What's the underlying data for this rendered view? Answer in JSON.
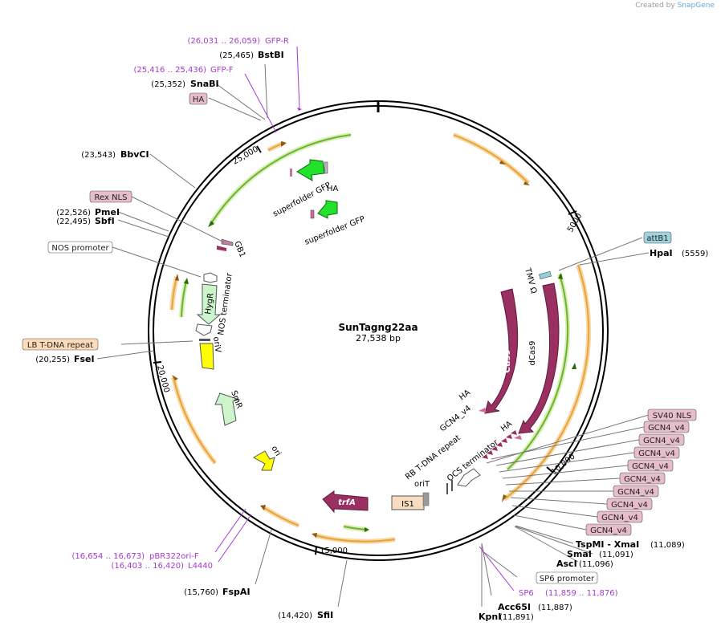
{
  "watermark": {
    "prefix": "Created by",
    "brand": "SnapGene"
  },
  "plasmid": {
    "name": "SunTagng22aa",
    "length_label": "27,538 bp"
  },
  "ticks": [
    "5000",
    "10,000",
    "15,000",
    "20,000",
    "25,000"
  ],
  "sites": [
    {
      "name": "BstBI",
      "pos": "(25,465)"
    },
    {
      "name": "SnaBI",
      "pos": "(25,352)"
    },
    {
      "name": "BbvCI",
      "pos": "(23,543)"
    },
    {
      "name": "PmeI",
      "pos": "(22,526)"
    },
    {
      "name": "SbfI",
      "pos": "(22,495)"
    },
    {
      "name": "FseI",
      "pos": "(20,255)"
    },
    {
      "name": "FspAI",
      "pos": "(15,760)"
    },
    {
      "name": "SfiI",
      "pos": "(14,420)"
    },
    {
      "name": "KpnI",
      "pos": "(11,891)"
    },
    {
      "name": "Acc65I",
      "pos": "(11,887)"
    },
    {
      "name": "AscI",
      "pos": "(11,096)"
    },
    {
      "name": "SmaI",
      "pos": "(11,091)"
    },
    {
      "name": "TspMI - XmaI",
      "pos": "(11,089)"
    },
    {
      "name": "HpaI",
      "pos": "(5559)"
    }
  ],
  "primers": [
    {
      "name": "GFP-R",
      "range": "(26,031 .. 26,059)"
    },
    {
      "name": "GFP-F",
      "range": "(25,416 .. 25,436)"
    },
    {
      "name": "pBR322ori-F",
      "range": "(16,654 .. 16,673)"
    },
    {
      "name": "L4440",
      "range": "(16,403 .. 16,420)"
    },
    {
      "name": "SP6",
      "range": "(11,859 .. 11,876)"
    }
  ],
  "boxed": {
    "ha_top": "HA",
    "rex_nls": "Rex NLS",
    "nos_promoter": "NOS promoter",
    "lb_repeat": "LB T-DNA repeat",
    "attb1": "attB1",
    "sv40_nls": "SV40 NLS",
    "gcn4": [
      "GCN4_v4",
      "GCN4_v4",
      "GCN4_v4",
      "GCN4_v4",
      "GCN4_v4",
      "GCN4_v4",
      "GCN4_v4",
      "GCN4_v4",
      "GCN4_v4"
    ],
    "sp6_promoter": "SP6 promoter"
  },
  "features": {
    "superfolder1": "superfolder GFP",
    "ha1": "HA",
    "superfolder2": "superfolder GFP",
    "gb1": "GB1",
    "hygr": "HygR",
    "nos_term": "NOS terminator",
    "oriv": "oriV",
    "smr": "SmR",
    "ori": "ori",
    "trfa": "trfA",
    "is1": "IS1",
    "orit": "oriT",
    "rb_repeat": "RB T-DNA repeat",
    "ocs_term": "OCS terminator",
    "ha_inner": "HA",
    "gcn4_inner": "GCN4_v4",
    "ha_inner2": "HA",
    "cas9": "Cas9",
    "dcas9": "dCas9",
    "tmv": "TMV Ω"
  },
  "colors": {
    "orf": "#e8a33c",
    "orf_glow": "#f7d9a6",
    "green_track": "#6fb32b",
    "cas9": "#9a2f62",
    "gfp": "#22e22c",
    "yellow": "#ffff00",
    "smr": "#ccf5cc",
    "primer": "#a33ad0",
    "gcn4_box": "#e7bccb",
    "attb1_box": "#9fd4de",
    "lb_box": "#fcdcb8",
    "is1": "#f8dcc0"
  }
}
